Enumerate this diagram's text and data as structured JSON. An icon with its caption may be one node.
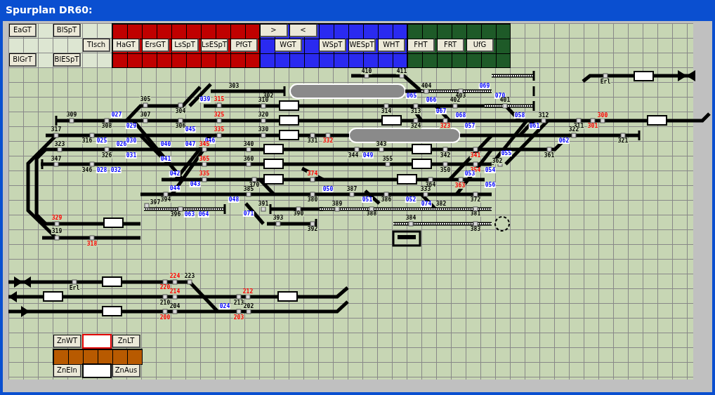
{
  "diagram": {
    "title": "Spurplan DR60:",
    "nodes": [
      {
        "text": [
          "EaGT"
        ]
      },
      {
        "text": [
          "BlSpT"
        ]
      },
      {
        "text": [
          ">"
        ]
      },
      {
        "text": [
          "<"
        ]
      },
      {
        "text": [
          "TIsch"
        ]
      },
      {
        "text": [
          "HaGT"
        ]
      },
      {
        "text": [
          "ErsGT"
        ]
      },
      {
        "text": [
          "LsSpT"
        ]
      },
      {
        "text": [
          "LsESpT"
        ]
      },
      {
        "text": [
          "PfGT"
        ]
      },
      {
        "text": [
          "WGT"
        ]
      },
      {
        "text": [
          "WSpT"
        ]
      },
      {
        "text": [
          "WESpT"
        ]
      },
      {
        "text": [
          "WHT"
        ]
      },
      {
        "text": [
          "FHT"
        ]
      },
      {
        "text": [
          "FRT"
        ]
      },
      {
        "text": [
          "UfG"
        ]
      },
      {
        "text": [
          "BlGrT"
        ]
      },
      {
        "text": [
          "BlESpT"
        ]
      },
      {
        "text": [
          "ZnWT"
        ]
      },
      {
        "text": [
          "ZnLT"
        ]
      },
      {
        "text": [
          "ZnEIn"
        ]
      },
      {
        "text": [
          "ZnAus"
        ]
      }
    ],
    "labels": [
      "410",
      "411",
      "Erl",
      "303",
      "404",
      "069",
      "302",
      "065",
      "403",
      "070",
      "305",
      "039",
      "315",
      "310",
      "066",
      "402",
      "401",
      "304",
      "314",
      "313",
      "067",
      "309",
      "027",
      "307",
      "325",
      "320",
      "068",
      "058",
      "312",
      "300",
      "308",
      "029",
      "306",
      "324",
      "323",
      "057",
      "061",
      "311",
      "301",
      "317",
      "045",
      "335",
      "330",
      "322",
      "316",
      "025",
      "030",
      "046",
      "331",
      "332",
      "062",
      "321",
      "323",
      "026",
      "040",
      "047",
      "345",
      "340",
      "343",
      "326",
      "031",
      "344",
      "049",
      "342",
      "341",
      "055",
      "361",
      "347",
      "041",
      "365",
      "360",
      "355",
      "362",
      "346",
      "028",
      "032",
      "350",
      "354",
      "054",
      "042",
      "335",
      "374",
      "053",
      "043",
      "370",
      "364",
      "363",
      "056",
      "044",
      "385",
      "050",
      "387",
      "333",
      "394",
      "048",
      "380",
      "051",
      "386",
      "052",
      "372",
      "397",
      "391",
      "389",
      "074",
      "382",
      "396",
      "063",
      "064",
      "071",
      "390",
      "388",
      "381",
      "329",
      "393",
      "384",
      "392",
      "383",
      "319",
      "318",
      "224",
      "223",
      "Erl",
      "220",
      "214",
      "212",
      "210",
      "213",
      "204",
      "024",
      "202",
      "200",
      "203"
    ]
  }
}
